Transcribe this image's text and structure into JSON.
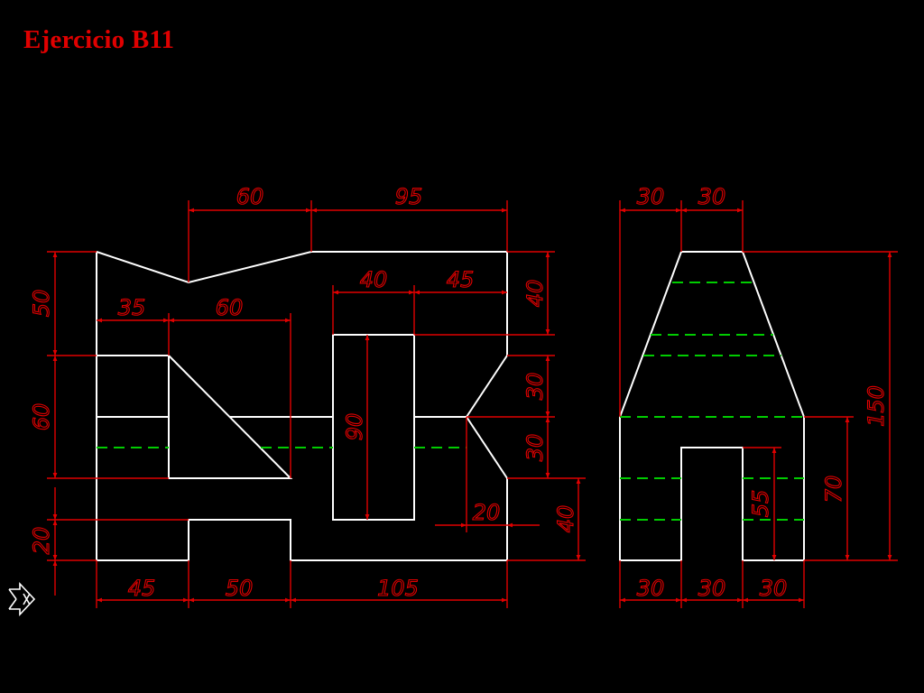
{
  "title": "Ejercicio B11",
  "colors": {
    "background": "#000000",
    "title": "#e00000",
    "object_lines": "#ffffff",
    "hidden_lines": "#00cc00",
    "dimensions": "#e00000"
  },
  "front_view": {
    "dimensions": {
      "top_60": "60",
      "top_95": "95",
      "inner_40": "40",
      "inner_45": "45",
      "left_35": "35",
      "left_60": "60",
      "left_50": "50",
      "left_60v": "60",
      "left_20": "20",
      "slot_90": "90",
      "right_40a": "40",
      "right_30a": "30",
      "right_30b": "30",
      "right_40b": "40",
      "notch_20": "20",
      "bottom_45": "45",
      "bottom_50": "50",
      "bottom_105": "105"
    }
  },
  "side_view": {
    "dimensions": {
      "top_30a": "30",
      "top_30b": "30",
      "right_150": "150",
      "right_70": "70",
      "inner_55": "55",
      "bottom_30a": "30",
      "bottom_30b": "30",
      "bottom_30c": "30"
    }
  },
  "icons": {
    "ucs": "ucs-axis-icon"
  }
}
